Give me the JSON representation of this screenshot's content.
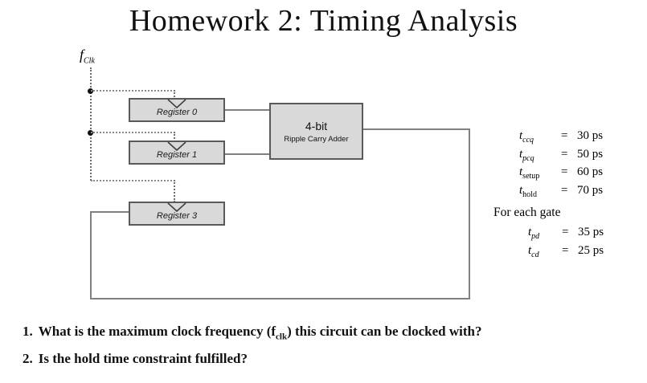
{
  "title": "Homework 2: Timing Analysis",
  "diagram": {
    "clock_label": {
      "base": "f",
      "sub": "Clk"
    },
    "registers": [
      {
        "label": "Register 0"
      },
      {
        "label": "Register 1"
      },
      {
        "label": "Register 3"
      }
    ],
    "adder": {
      "line1": "4-bit",
      "line2": "Ripple Carry Adder"
    }
  },
  "timing_parameters": {
    "register_params": [
      {
        "base": "t",
        "sub": "ccq",
        "eq": "=",
        "value": "30 ps"
      },
      {
        "base": "t",
        "sub": "pcq",
        "eq": "=",
        "value": "50 ps"
      },
      {
        "base": "t",
        "sub": "setup",
        "eq": "=",
        "value": "60 ps"
      },
      {
        "base": "t",
        "sub": "hold",
        "eq": "=",
        "value": "70 ps"
      }
    ],
    "gate_header": "For each gate",
    "gate_params": [
      {
        "base": "t",
        "sub": "pd",
        "eq": "=",
        "value": "35 ps"
      },
      {
        "base": "t",
        "sub": "cd",
        "eq": "=",
        "value": "25 ps"
      }
    ]
  },
  "questions": [
    {
      "number": "1.",
      "text_before": "What is the maximum clock frequency (f",
      "sub": "clk",
      "text_after": ") this circuit can be clocked with?"
    },
    {
      "number": "2.",
      "text_before": "Is the hold time constraint fulfilled?",
      "sub": "",
      "text_after": ""
    }
  ],
  "colors": {
    "box_fill": "#d9d9d9",
    "box_border": "#5a5a5a",
    "wire": "#808080",
    "clock_line": "#6e6e6e",
    "text": "#111111"
  }
}
